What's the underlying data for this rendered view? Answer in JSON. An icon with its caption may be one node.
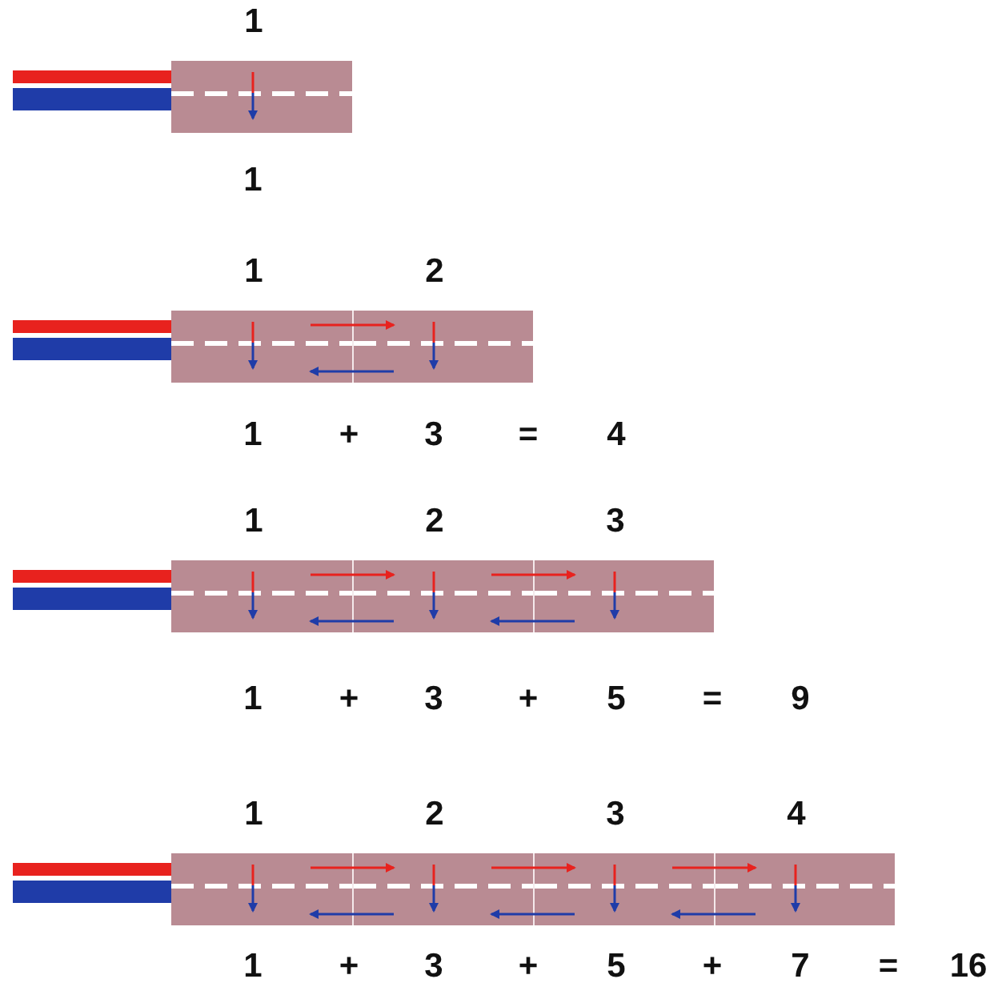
{
  "diagram": {
    "nodes": [
      {
        "text": [
          "1"
        ]
      },
      {
        "text": [
          "1"
        ]
      },
      {
        "text": [
          "2"
        ]
      },
      {
        "text": [
          "1"
        ]
      },
      {
        "text": [
          "2"
        ]
      },
      {
        "text": [
          "3"
        ]
      },
      {
        "text": [
          "1"
        ]
      },
      {
        "text": [
          "2"
        ]
      },
      {
        "text": [
          "3"
        ]
      },
      {
        "text": [
          "4"
        ]
      }
    ],
    "edges": [
      {
        "from": 1,
        "to": 2,
        "arrow": "to",
        "color": "#e8221e"
      },
      {
        "from": 2,
        "to": 1,
        "arrow": "to",
        "color": "#1f3ca8"
      },
      {
        "from": 3,
        "to": 4,
        "arrow": "to",
        "color": "#e8221e"
      },
      {
        "from": 4,
        "to": 3,
        "arrow": "to",
        "color": "#1f3ca8"
      },
      {
        "from": 4,
        "to": 5,
        "arrow": "to",
        "color": "#e8221e"
      },
      {
        "from": 5,
        "to": 4,
        "arrow": "to",
        "color": "#1f3ca8"
      },
      {
        "from": 6,
        "to": 7,
        "arrow": "to",
        "color": "#e8221e"
      },
      {
        "from": 7,
        "to": 6,
        "arrow": "to",
        "color": "#1f3ca8"
      },
      {
        "from": 7,
        "to": 8,
        "arrow": "to",
        "color": "#e8221e"
      },
      {
        "from": 8,
        "to": 7,
        "arrow": "to",
        "color": "#1f3ca8"
      },
      {
        "from": 8,
        "to": 9,
        "arrow": "to",
        "color": "#e8221e"
      },
      {
        "from": 9,
        "to": 8,
        "arrow": "to",
        "color": "#1f3ca8"
      }
    ],
    "labels": [
      "1",
      "1",
      "+",
      "3",
      "=",
      "4",
      "1",
      "+",
      "3",
      "+",
      "5",
      "=",
      "9",
      "1",
      "+",
      "3",
      "+",
      "5",
      "+",
      "7",
      "=",
      "16"
    ]
  }
}
